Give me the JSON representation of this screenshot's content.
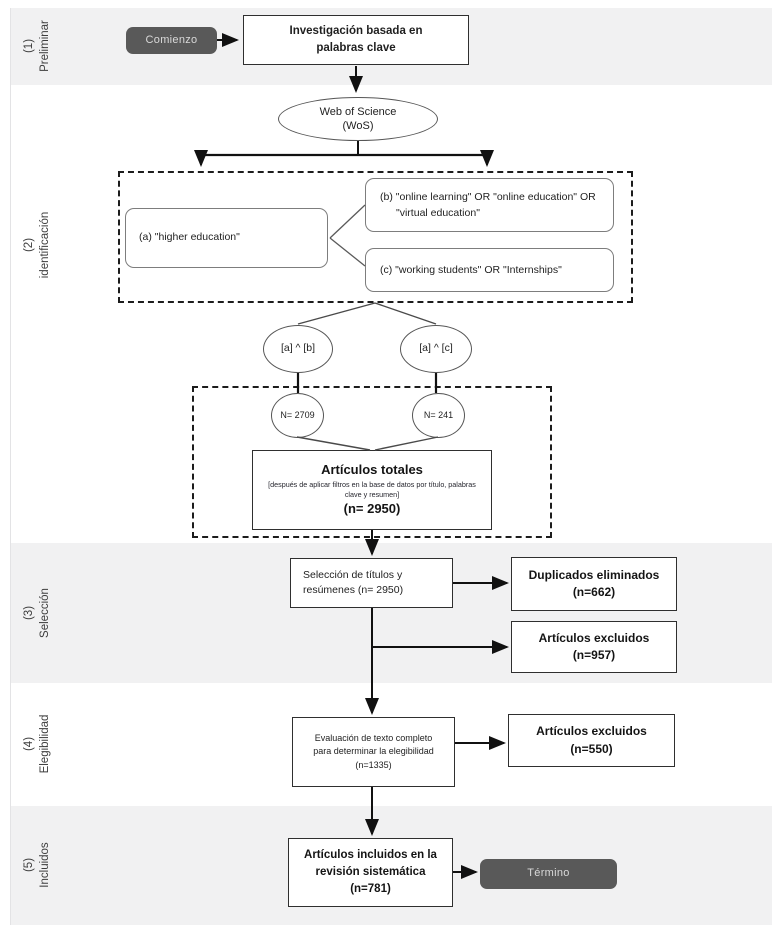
{
  "stages": [
    {
      "num": "(1)",
      "label": "Preliminar"
    },
    {
      "num": "(2)",
      "label": "identificación"
    },
    {
      "num": "(3)",
      "label": "Selección"
    },
    {
      "num": "(4)",
      "label": "Elegibilidad"
    },
    {
      "num": "(5)",
      "label": "Incluidos"
    }
  ],
  "nodes": {
    "start": "Comienzo",
    "research": "Investigación basada en palabras clave",
    "wos_line1": "Web of Science",
    "wos_line2": "(WoS)",
    "term_a": "(a) \"higher education\"",
    "term_b": "(b) \"online learning\" OR \"online education\" OR \"virtual education\"",
    "term_c": "(c) \"working students\" OR \"Internships\"",
    "comb_ab": "[a] ^ [b]",
    "comb_ac": "[a] ^ [c]",
    "n_ab": "N= 2709",
    "n_ac": "N= 241",
    "totals_title": "Artículos totales",
    "totals_note": "[después de aplicar filtros en la base de datos por título, palabras clave y resumen]",
    "totals_n": "(n= 2950)",
    "selection": "Selección de títulos y resúmenes (n= 2950)",
    "duplicates": "Duplicados eliminados (n=662)",
    "excluded_titles": "Artículos excluidos (n=957)",
    "eligibility": "Evaluación de texto completo para determinar la elegibilidad (n=1335)",
    "excluded_fulltext": "Artículos excluidos (n=550)",
    "included": "Artículos incluidos en la revisión sistemática (n=781)",
    "end": "Término"
  },
  "colors": {
    "band_gray": "#f1f1f2",
    "terminator_fill": "#595959",
    "terminator_text": "#d9d9d9",
    "border_dark": "#2f2f2f",
    "border_soft": "#7d7d7d"
  }
}
